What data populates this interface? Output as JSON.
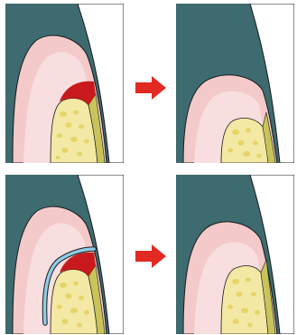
{
  "figure": {
    "panels": [
      {
        "id": "top-left",
        "state": "before",
        "membrane": false,
        "defect": true
      },
      {
        "id": "top-right",
        "state": "after",
        "membrane": false,
        "defect": false
      },
      {
        "id": "bottom-left",
        "state": "before",
        "membrane": true,
        "defect": true
      },
      {
        "id": "bottom-right",
        "state": "after",
        "membrane": false,
        "defect": false
      }
    ],
    "arrows": [
      "top-arrow",
      "bottom-arrow"
    ]
  },
  "colors": {
    "background_tissue": "#3d6b6f",
    "gingiva": "#f3c9c9",
    "gingiva_light": "#f8dede",
    "bone": "#f3e9a4",
    "bone_pores": "#e6d46a",
    "root_surface": "#c8c45a",
    "defect": "#c81a1c",
    "membrane": "#8fcde8",
    "tooth": "#ffffff",
    "outline": "#1a1a1a",
    "arrow": "#e22a22"
  },
  "icons": {
    "arrow": "right-arrow-icon"
  }
}
